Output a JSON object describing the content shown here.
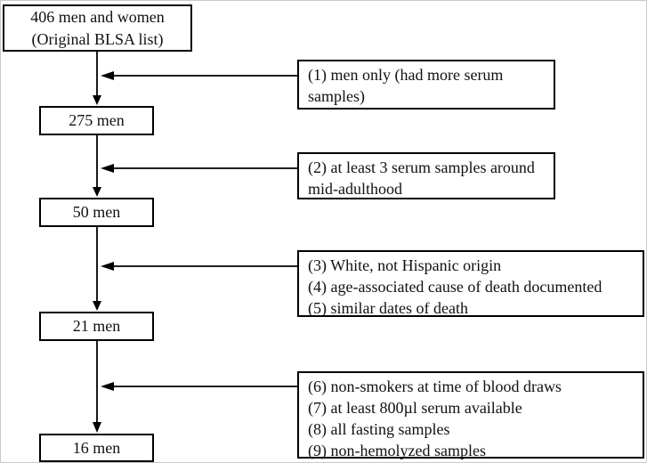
{
  "diagram": {
    "start": "406 men and women\n(Original BLSA list)",
    "steps": [
      {
        "result": "275 men",
        "criteria": "(1) men only (had more serum\nsamples)"
      },
      {
        "result": "50 men",
        "criteria": "(2) at least 3 serum samples around\nmid-adulthood"
      },
      {
        "result": "21 men",
        "criteria": "(3) White, not Hispanic origin\n(4) age-associated cause of death documented\n(5) similar dates of death"
      },
      {
        "result": "16 men",
        "criteria": "(6) non-smokers at time of blood draws\n(7) at least 800µl serum available\n(8) all fasting samples\n(9) non-hemolyzed samples"
      }
    ],
    "colors": {
      "line": "#000000",
      "background": "#ffffff",
      "text": "#111111"
    }
  }
}
